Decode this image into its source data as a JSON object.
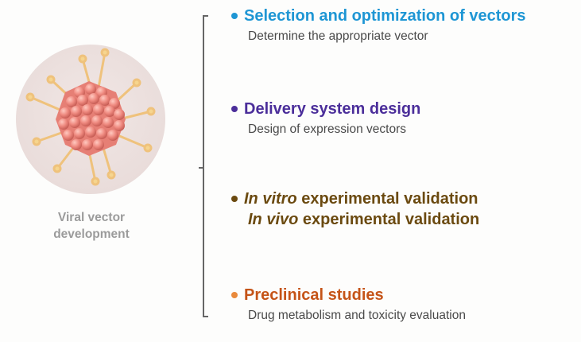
{
  "caption": {
    "line1": "Viral vector",
    "line2": "development"
  },
  "colors": {
    "step1": "#1e96d4",
    "step2": "#4b2e9a",
    "step3": "#6b4a10",
    "step4": "#c55418",
    "bracket": "#666666",
    "virus_body": "#ef8a80",
    "virus_spikes": "#f3c97a"
  },
  "steps": [
    {
      "title": "Selection and optimization of vectors",
      "desc": "Determine the appropriate vector"
    },
    {
      "title": "Delivery system design",
      "desc": "Design of expression vectors"
    },
    {
      "line1_italic": "In vitro",
      "line1_rest": " experimental validation",
      "line2_italic": "In vivo",
      "line2_rest": " experimental validation"
    },
    {
      "title": "Preclinical studies",
      "desc": "Drug metabolism and toxicity evaluation"
    }
  ]
}
